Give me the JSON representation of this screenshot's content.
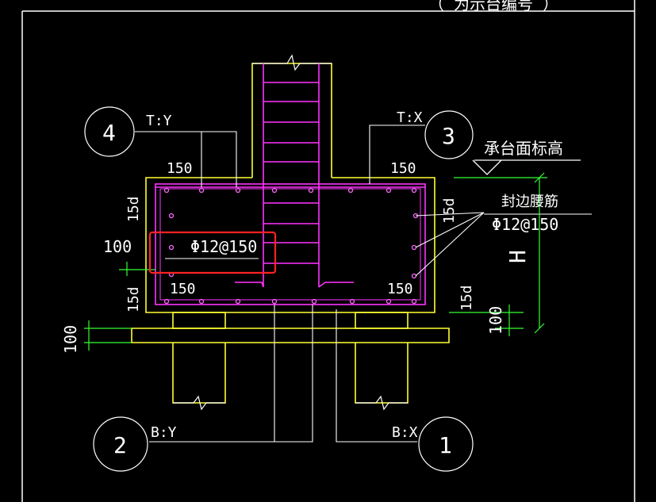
{
  "title_fragment": "（ 为示台编号 ）",
  "labels": {
    "top_y": "T:Y",
    "top_x": "T:X",
    "bottom_y": "B:Y",
    "bottom_x": "B:X"
  },
  "circles": {
    "c1": "1",
    "c2": "2",
    "c3": "3",
    "c4": "4"
  },
  "dims": {
    "d150_tl": "150",
    "d150_tr": "150",
    "d150_bl": "150",
    "d150_br": "150",
    "d15d_l1": "15d",
    "d15d_l2": "15d",
    "d15d_r1": "15d",
    "d15d_r2": "15d",
    "d100_l": "100",
    "d100_ll": "100",
    "d100_r": "100",
    "H": "H"
  },
  "annotations": {
    "rebar_spec": "Φ12@150",
    "side_bar_title": "封边腰筋",
    "side_bar_spec": "Φ12@150",
    "cap_elevation": "承台面标高"
  },
  "colors": {
    "background": "#000000",
    "concrete_outline": "#ffff33",
    "rebar": "#ff33ff",
    "dimension": "#33ff33",
    "highlight": "#ff2222"
  }
}
